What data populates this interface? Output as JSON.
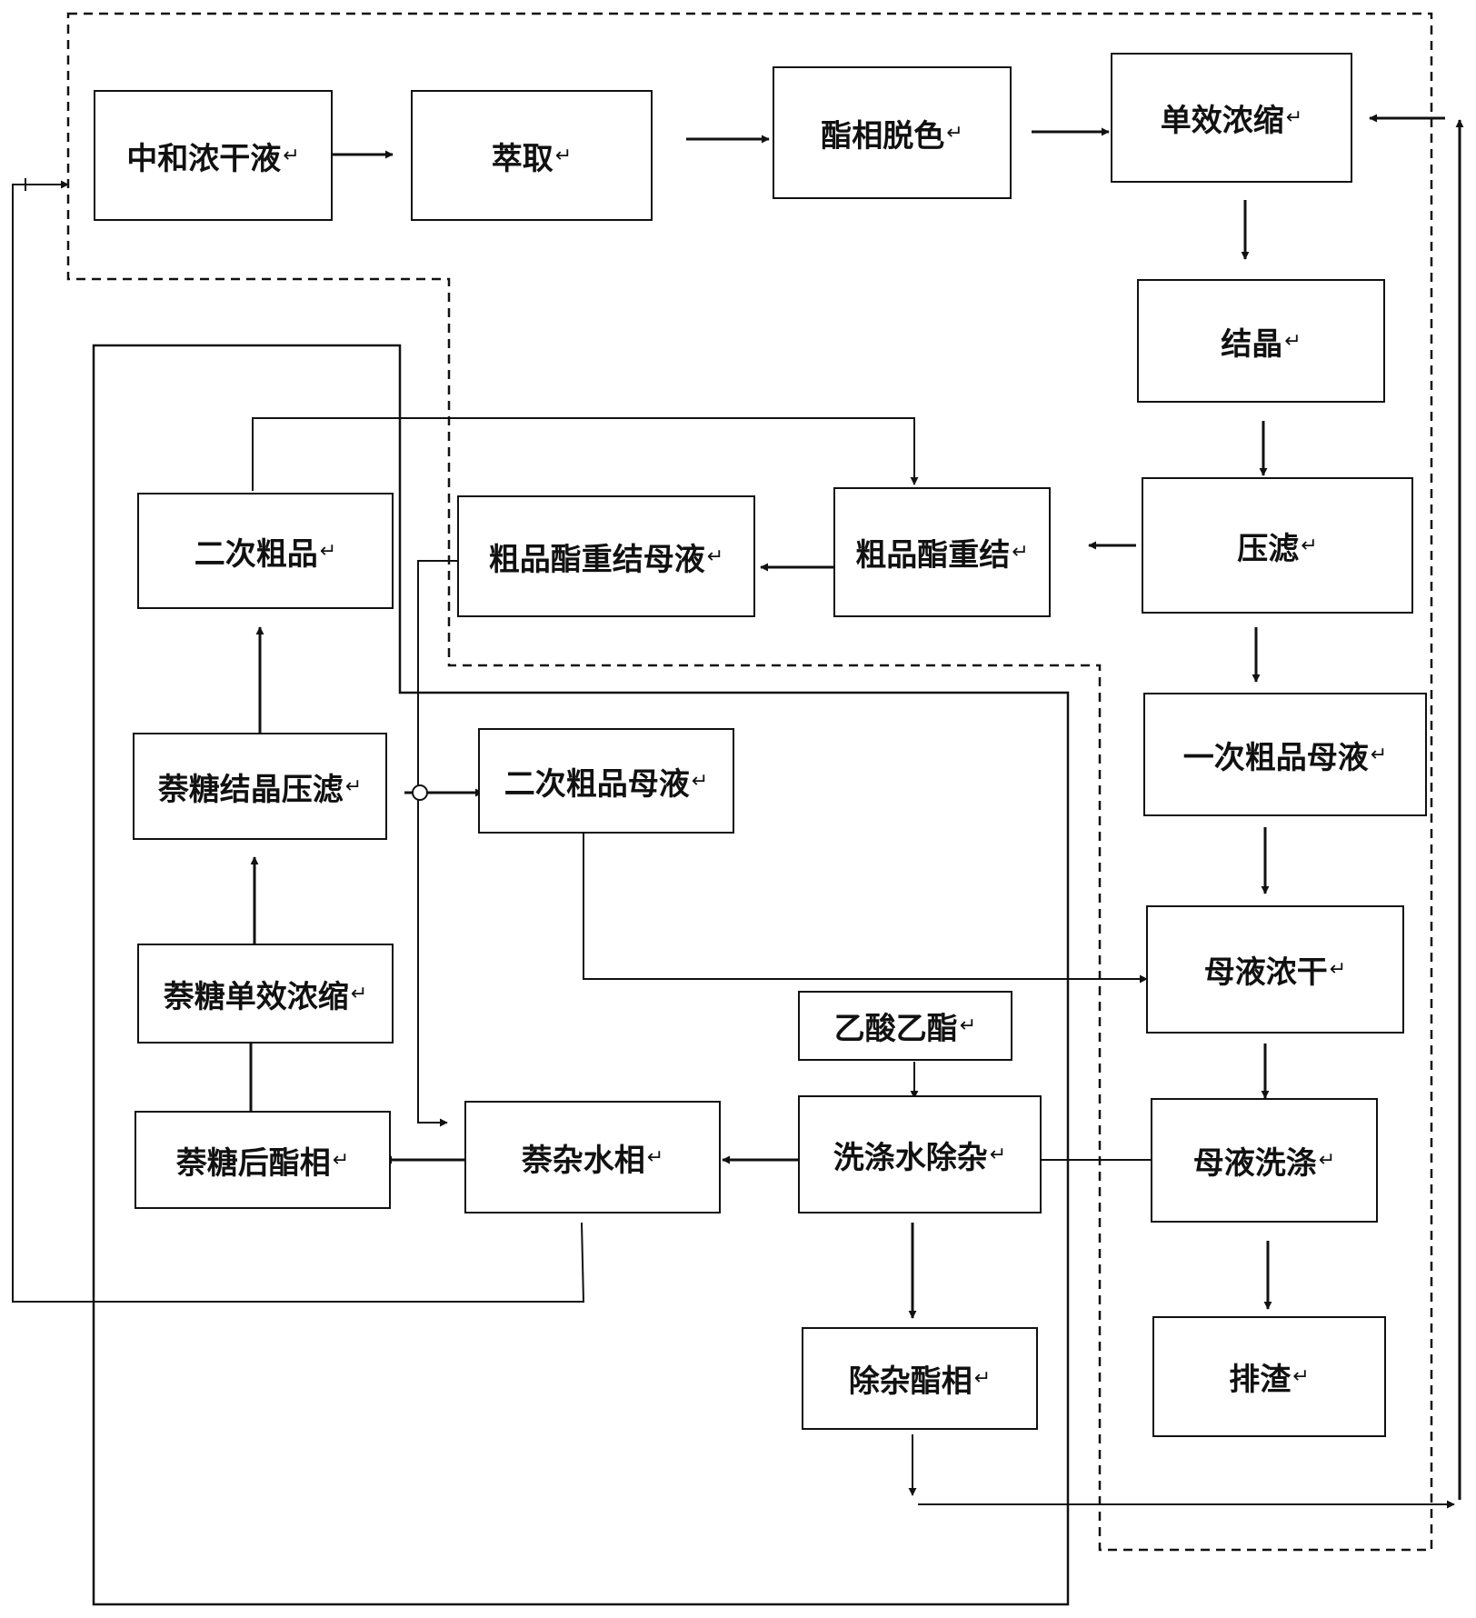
{
  "colors": {
    "line": "#111111",
    "background": "#ffffff"
  },
  "nodes": {
    "neutralize": "中和浓干液",
    "extract": "萃取",
    "ester_decolor": "酯相脱色",
    "single_concentrate": "单效浓缩",
    "crystallize": "结晶",
    "press_filter": "压滤",
    "crude_recrystal": "粗品酯重结",
    "crude_recrystal_mother": "粗品酯重结母液",
    "secondary_crude": "二次粗品",
    "first_crude_mother": "一次粗品母液",
    "sugar_crystal_filter": "萘糖结晶压滤",
    "secondary_crude_mother": "二次粗品母液",
    "mother_dry": "母液浓干",
    "sugar_concentrate": "萘糖单效浓缩",
    "ethyl_acetate": "乙酸乙酯",
    "sugar_ester": "萘糖后酯相",
    "impurity_water": "萘杂水相",
    "wash_remove": "洗涤水除杂",
    "mother_wash": "母液洗涤",
    "impurity_ester": "除杂酯相",
    "discharge": "排渣"
  },
  "return_mark": "↵"
}
